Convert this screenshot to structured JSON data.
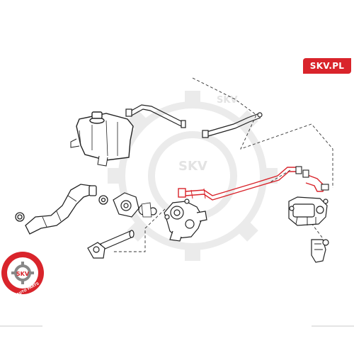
{
  "brand": {
    "label": "SKV.PL",
    "color": "#d9242b"
  },
  "watermark": {
    "text_upper": "SKV",
    "text_center": "SKV",
    "color": "#e8e8e8"
  },
  "logo": {
    "text": "SKV",
    "ring_text": "AUTO PARTS",
    "ring_color": "#d9242b",
    "icon": "gear-logo-icon"
  },
  "highlight_color": "#d9242b",
  "line_color": "#222222"
}
